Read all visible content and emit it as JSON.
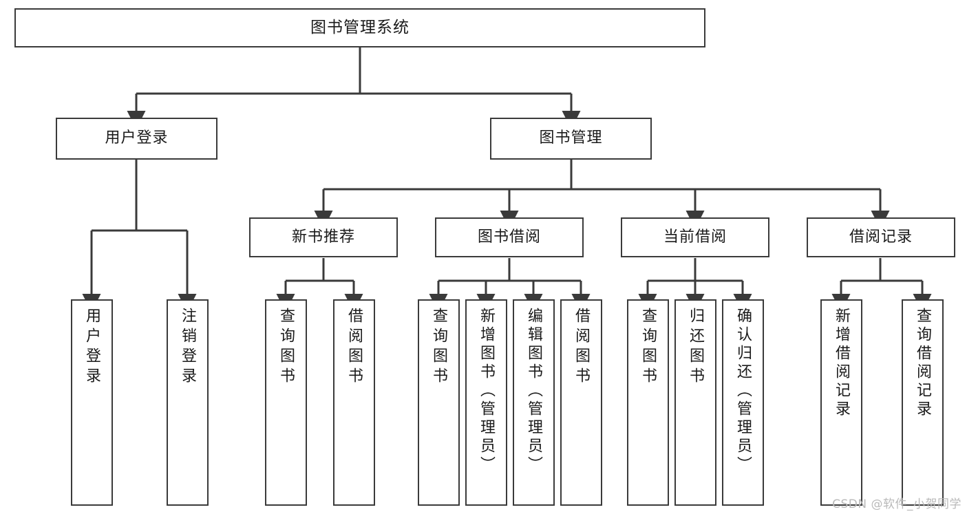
{
  "diagram": {
    "title": "图书管理系统",
    "type": "tree-hierarchy-chart",
    "colors": {
      "box_border": "#3a3a3a",
      "box_fill": "#ffffff",
      "edge": "#3a3a3a",
      "text": "#1a1a1a",
      "watermark": "#b9b9b9"
    },
    "root": {
      "label": "图书管理系统"
    },
    "level2": [
      {
        "label": "用户登录"
      },
      {
        "label": "图书管理"
      }
    ],
    "level3": [
      {
        "label": "新书推荐"
      },
      {
        "label": "图书借阅"
      },
      {
        "label": "当前借阅"
      },
      {
        "label": "借阅记录"
      }
    ],
    "leaves": {
      "user_login": [
        {
          "label": "用户登录"
        },
        {
          "label": "注销登录"
        }
      ],
      "new_book_recommend": [
        {
          "label": "查询图书"
        },
        {
          "label": "借阅图书"
        }
      ],
      "book_borrow": [
        {
          "label": "查询图书"
        },
        {
          "label": "新增图书（管理员）"
        },
        {
          "label": "编辑图书（管理员）"
        },
        {
          "label": "借阅图书"
        }
      ],
      "current_borrow": [
        {
          "label": "查询图书"
        },
        {
          "label": "归还图书"
        },
        {
          "label": "确认归还（管理员）"
        }
      ],
      "borrow_record": [
        {
          "label": "新增借阅记录"
        },
        {
          "label": "查询借阅记录"
        }
      ]
    }
  },
  "watermark": {
    "text": "CSDN @软件_小贺同学"
  }
}
